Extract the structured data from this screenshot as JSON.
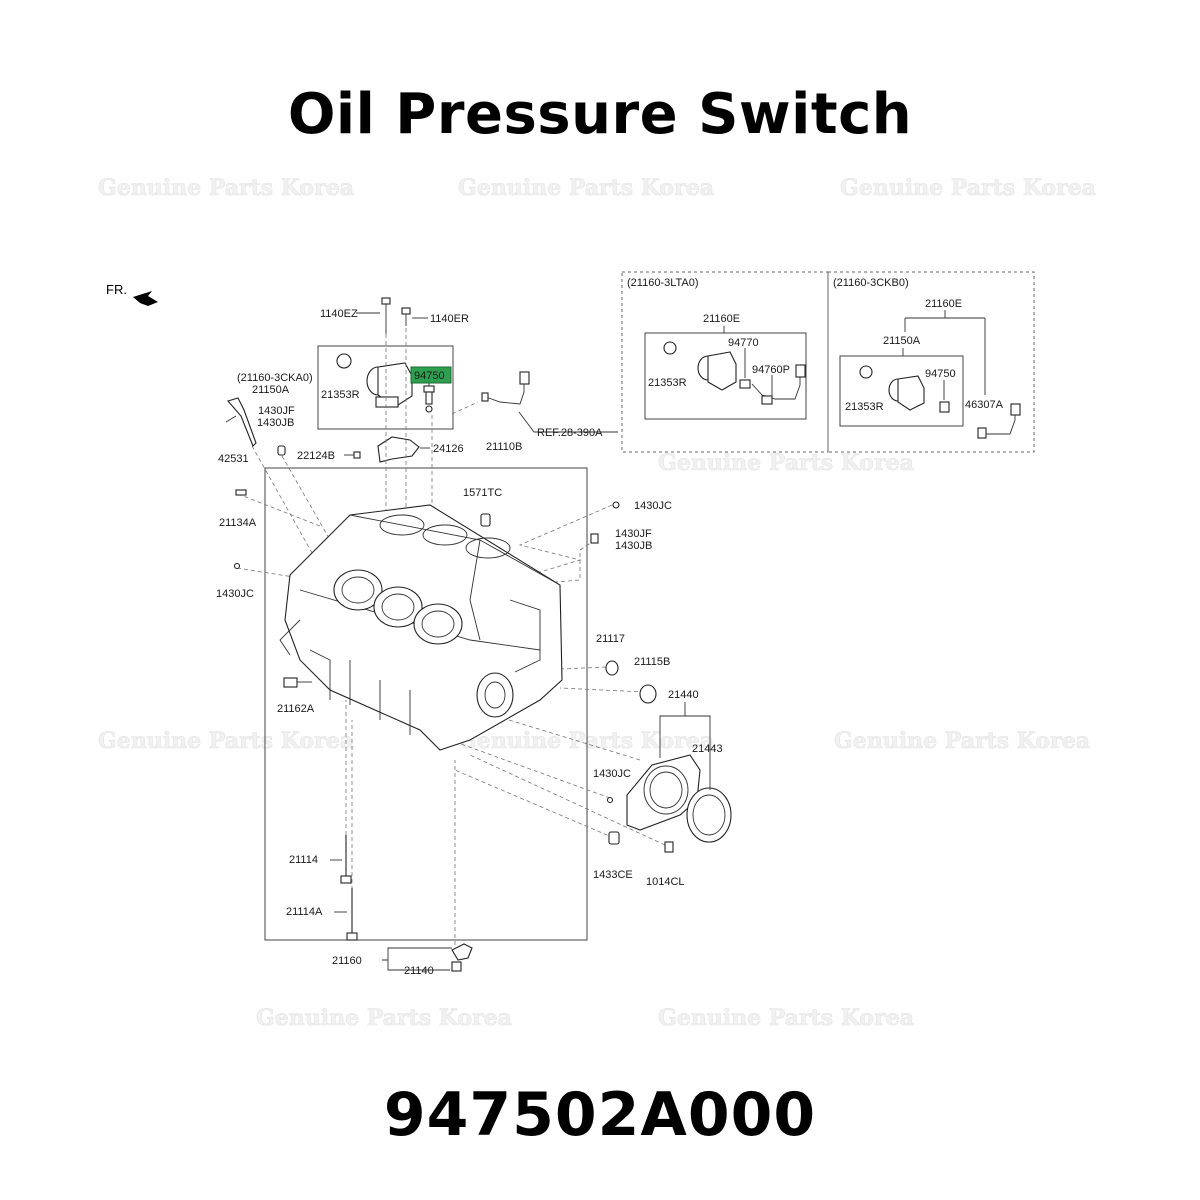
{
  "title": "Oil Pressure Switch",
  "part_number": "947502A000",
  "watermark": "Genuine Parts Korea",
  "highlight_color": "#2e9e4f",
  "direction_label": "FR.",
  "labels": {
    "l1140EZ": "1140EZ",
    "l1140ER": "1140ER",
    "l21160_3CKA0": "(21160-3CKA0)",
    "l21150A": "21150A",
    "l94750_main": "94750",
    "l21353R_main": "21353R",
    "lREF": "REF.28-390A",
    "l1430JF_left": "1430JF",
    "l1430JB_left": "1430JB",
    "l42531": "42531",
    "l22124B": "22124B",
    "l24126": "24126",
    "l21110B": "21110B",
    "l1571TC": "1571TC",
    "l1430JC_right": "1430JC",
    "l1430JF_right": "1430JF",
    "l1430JB_right": "1430JB",
    "l21134A": "21134A",
    "l1430JC_left": "1430JC",
    "l21117": "21117",
    "l21115B": "21115B",
    "l21440": "21440",
    "l21443": "21443",
    "l21162A": "21162A",
    "l1430JC_mid": "1430JC",
    "l21114": "21114",
    "l1433CE": "1433CE",
    "l1014CL": "1014CL",
    "l21114A": "21114A",
    "l21160": "21160",
    "l21140": "21140",
    "l21160_3LTA0": "(21160-3LTA0)",
    "l21160E_a": "21160E",
    "l94770": "94770",
    "l21353R_a": "21353R",
    "l94760P": "94760P",
    "l21160_3CKB0": "(21160-3CKB0)",
    "l21160E_b": "21160E",
    "l21150A_b": "21150A",
    "l94750_b": "94750",
    "l21353R_b": "21353R",
    "l46307A": "46307A"
  }
}
